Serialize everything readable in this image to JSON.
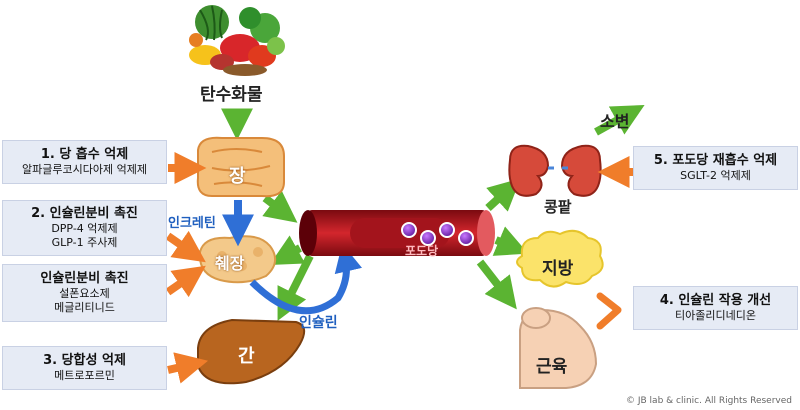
{
  "labels": {
    "carbs": "탄수화물",
    "intestine": "장",
    "pancreas": "췌장",
    "liver": "간",
    "glucose": "포도당",
    "incretin": "인크레틴",
    "insulin": "인슐린",
    "kidney": "콩팥",
    "urine": "소변",
    "fat": "지방",
    "muscle": "근육"
  },
  "boxes": {
    "absorption": {
      "title": "1. 당 흡수 억제",
      "drugs": [
        "알파글루코시다아제 억제제"
      ]
    },
    "secretion_incretin": {
      "title": "2. 인슐린분비 촉진",
      "drugs": [
        "DPP-4 억제제",
        "GLP-1 주사제"
      ]
    },
    "secretion_su": {
      "title": "인슐린분비 촉진",
      "drugs": [
        "설폰요소제",
        "메글리티니드"
      ]
    },
    "synthesis": {
      "title": "3. 당합성 억제",
      "drugs": [
        "메트로포르민"
      ]
    },
    "action": {
      "title": "4. 인슐린 작용 개선",
      "drugs": [
        "티아졸리디네디온"
      ]
    },
    "reabsorption": {
      "title": "5. 포도당 재흡수 억제",
      "drugs": [
        "SGLT-2 억제제"
      ]
    }
  },
  "copyright": "© JB lab & clinic. All Rights Reserved",
  "colors": {
    "green": "#5bb432",
    "orange": "#f07d2a",
    "blue": "#2f6fd6",
    "box": "#e6ebf5"
  }
}
